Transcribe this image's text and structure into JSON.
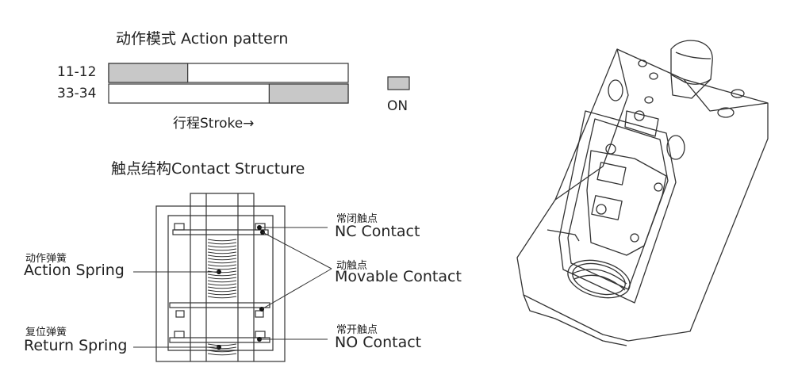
{
  "action_pattern": {
    "title": "动作模式 Action pattern",
    "rows": [
      {
        "label": "11-12",
        "on_start": 0.0,
        "on_end": 0.33
      },
      {
        "label": "33-34",
        "on_start": 0.67,
        "on_end": 1.0
      }
    ],
    "stroke_label": "行程Stroke→",
    "legend_label": "ON",
    "on_color": "#c8c8c8"
  },
  "contact_structure": {
    "title": "触点结构Contact Structure",
    "labels": {
      "nc_cn": "常闭触点",
      "nc_en": "NC Contact",
      "movable_cn": "动触点",
      "movable_en": "Movable Contact",
      "no_cn": "常开触点",
      "no_en": "NO Contact",
      "action_spring_cn": "动作弹簧",
      "action_spring_en": "Action Spring",
      "return_spring_cn": "复位弹簧",
      "return_spring_en": "Return Spring"
    }
  }
}
